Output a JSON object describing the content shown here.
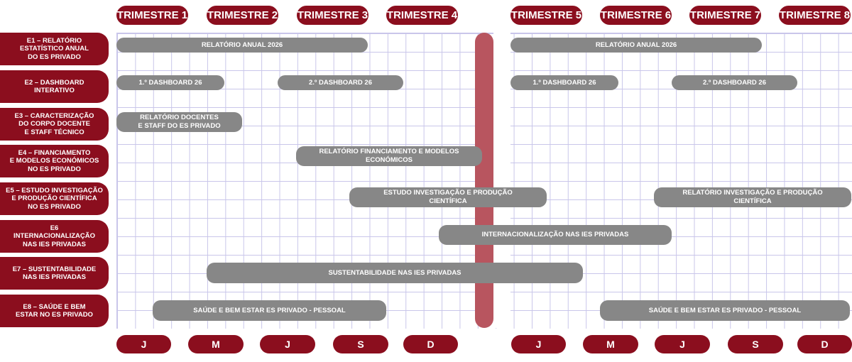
{
  "quarters": [
    "TRIMESTRE 1",
    "TRIMESTRE 2",
    "TRIMESTRE 3",
    "TRIMESTRE 4",
    "TRIMESTRE 5",
    "TRIMESTRE 6",
    "TRIMESTRE 7",
    "TRIMESTRE 8"
  ],
  "months": [
    "J",
    "M",
    "J",
    "S",
    "D",
    "J",
    "M",
    "J",
    "S",
    "D"
  ],
  "rows": [
    {
      "label": "E1 – RELATÓRIO\nESTATÍSTICO ANUAL\nDO ES PRIVADO"
    },
    {
      "label": "E2 – DASHBOARD\nINTERATIVO"
    },
    {
      "label": "E3 – CARACTERIZAÇÃO\nDO CORPO DOCENTE\nE STAFF TÉCNICO"
    },
    {
      "label": "E4 – FINANCIAMENTO\nE MODELOS ECONÓMICOS\nNO ES PRIVADO"
    },
    {
      "label": "E5 – ESTUDO INVESTIGAÇÃO\nE PRODUÇÃO CIENTÍFICA\nNO ES PRIVADO"
    },
    {
      "label": "E6\nINTERNACIONALIZAÇÃO\nNAS IES PRIVADAS"
    },
    {
      "label": "E7 – SUSTENTABILIDADE\nNAS IES PRIVADAS"
    },
    {
      "label": "E8 – SAÚDE E BEM\nESTAR NO ES PRIVADO"
    }
  ],
  "bars": [
    {
      "text": "RELATÓRIO ANUAL 2026"
    },
    {
      "text": "RELATÓRIO ANUAL 2026"
    },
    {
      "text": "1.º DASHBOARD 26"
    },
    {
      "text": "2.º DASHBOARD 26"
    },
    {
      "text": "1.º DASHBOARD 26"
    },
    {
      "text": "2.º DASHBOARD 26"
    },
    {
      "text": "RELATÓRIO DOCENTES\nE STAFF DO ES PRIVADO"
    },
    {
      "text": "RELATÓRIO FINANCIAMENTO E MODELOS\nECONÓMICOS"
    },
    {
      "text": "ESTUDO INVESTIGAÇÃO E PRODUÇÃO\nCIENTÍFICA"
    },
    {
      "text": "RELATÓRIO INVESTIGAÇÃO E PRODUÇÃO\nCIENTÍFICA"
    },
    {
      "text": "INTERNACIONALIZAÇÃO NAS IES PRIVADAS"
    },
    {
      "text": "SUSTENTABILIDADE NAS IES PRIVADAS"
    },
    {
      "text": "SAÚDE E BEM ESTAR ES PRIVADO - PESSOAL"
    },
    {
      "text": "SAÚDE E BEM ESTAR ES PRIVADO - PESSOAL"
    }
  ],
  "colors": {
    "accent": "#8b0e1e",
    "bar": "#878787",
    "divider": "#b8555f",
    "grid": "#c9c6ea"
  }
}
